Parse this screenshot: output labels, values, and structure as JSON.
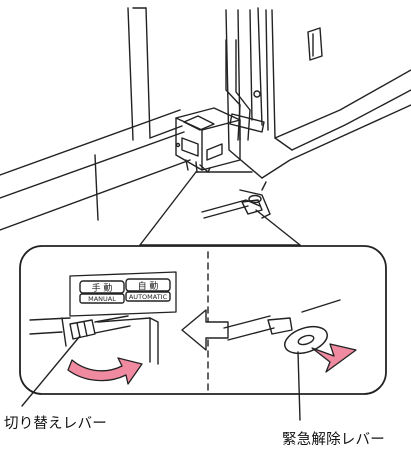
{
  "callouts": {
    "switch_lever": "切り替えレバー",
    "emergency_release_lever": "緊急解除レバー"
  },
  "plate": {
    "left_kanji": "手 動",
    "left_en": "MANUAL",
    "right_kanji": "自 動",
    "right_en": "AUTOMATIC"
  },
  "colors": {
    "line": "#222222",
    "arrow_pink": "#f08aa0",
    "background": "#ffffff"
  }
}
